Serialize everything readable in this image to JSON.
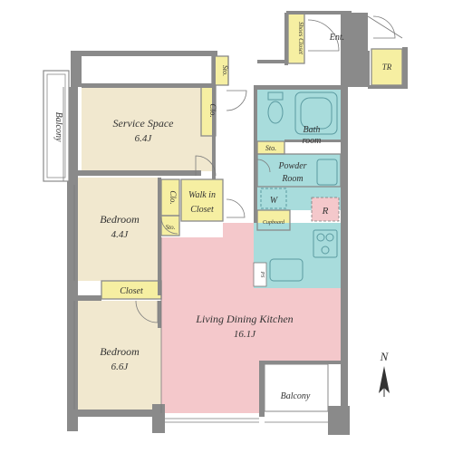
{
  "colors": {
    "wall": "#8a8a8a",
    "room_beige": "#f1e8cf",
    "closet_yellow": "#f6efa2",
    "wet_cyan": "#a8dcdc",
    "ldk_pink": "#f4c8cb",
    "balcony_white": "#ffffff"
  },
  "rooms": {
    "service_space": {
      "name": "Service Space",
      "size": "6.4J"
    },
    "bedroom_1": {
      "name": "Bedroom",
      "size": "4.4J"
    },
    "bedroom_2": {
      "name": "Bedroom",
      "size": "6.6J"
    },
    "ldk": {
      "name": "Living Dining Kitchen",
      "size": "16.1J"
    },
    "bath": {
      "line1": "Bath",
      "line2": "room"
    },
    "powder": {
      "line1": "Powder",
      "line2": "Room"
    },
    "walk_in": {
      "line1": "Walk in",
      "line2": "Closet"
    },
    "entrance": "Ent.",
    "shoes_closet": "Shoes Closet",
    "trunk_room": "TR",
    "balcony_top": "Balcony",
    "balcony_bottom": "Balcony"
  },
  "storage": {
    "clo_service": "Clo.",
    "clo_bedroom": "Clo.",
    "sto_top": "Sto.",
    "sto_powder": "Sto.",
    "sto_bedroom": "Sto.",
    "closet": "Closet",
    "cupboard": "Cupboard",
    "washer": "W",
    "refrigerator": "R",
    "ps": "PS"
  },
  "compass": {
    "letter": "N"
  }
}
